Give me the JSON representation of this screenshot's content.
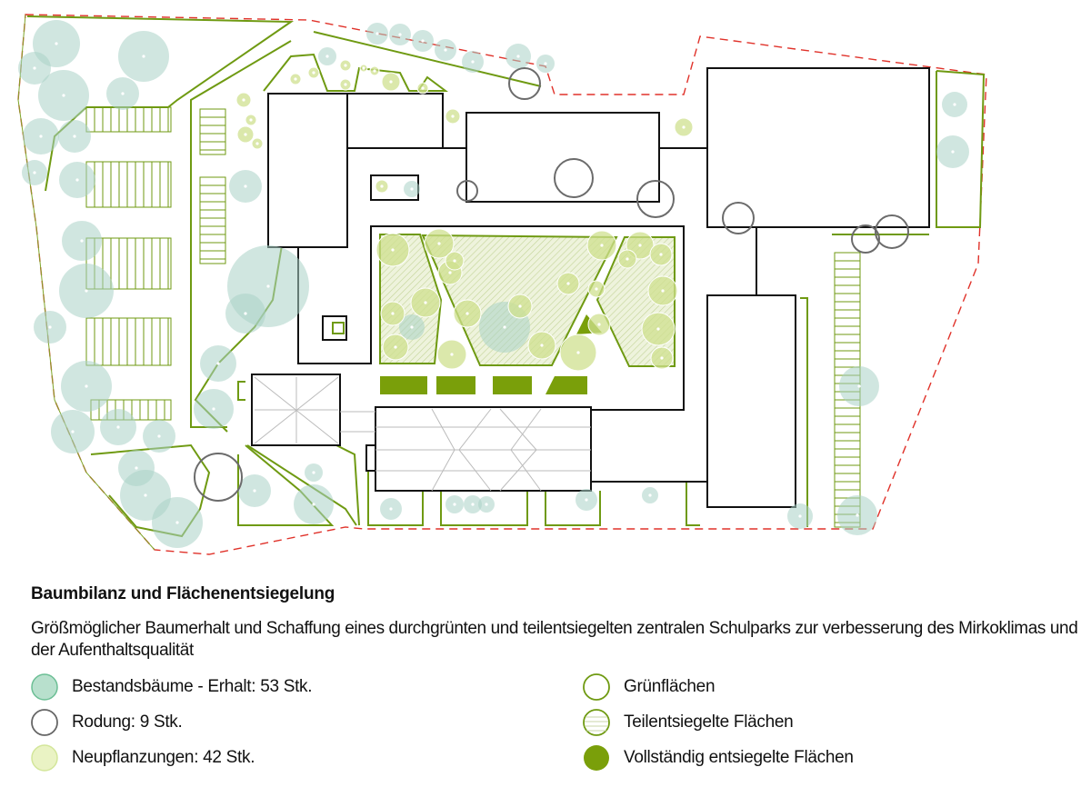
{
  "legend": {
    "title": "Baumbilanz und Flächenentsiegelung",
    "description": "Größmöglicher Baumerhalt und Schaffung eines durchgrünten und teilentsiegelten zentralen Schulparks zur verbesserung des Mirkoklimas und der Aufenthaltsqualität",
    "items": [
      {
        "label": "Bestandsbäume - Erhalt: 53 Stk.",
        "icon": "existing-tree-icon",
        "count": 53
      },
      {
        "label": "Rodung: 9 Stk.",
        "icon": "felled-tree-icon",
        "count": 9
      },
      {
        "label": "Neupflanzungen: 42 Stk.",
        "icon": "new-tree-icon",
        "count": 42
      },
      {
        "label": "Grünflächen",
        "icon": "green-area-icon"
      },
      {
        "label": "Teilentsiegelte Flächen",
        "icon": "partially-unsealed-icon"
      },
      {
        "label": "Vollständig entsiegelte Flächen",
        "icon": "fully-unsealed-icon"
      }
    ]
  },
  "colors": {
    "existing_tree": "#a9d2c6",
    "felled_tree": "#6b6b6b",
    "new_tree": "#cfe08f",
    "green_line": "#6f9a12",
    "full_green": "#7a9f0a",
    "boundary": "#e0322a",
    "building": "#111111"
  }
}
